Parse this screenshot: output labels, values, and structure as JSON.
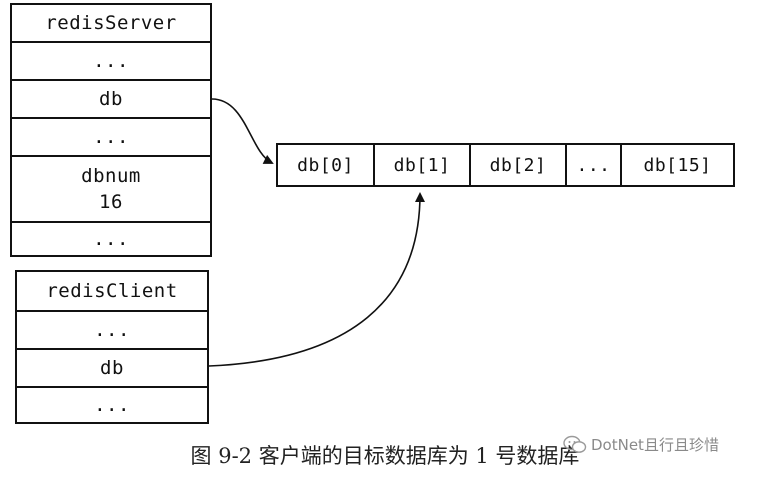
{
  "redis_server": {
    "title": "redisServer",
    "rows": [
      "...",
      "db",
      "...",
      "dbnum",
      "16",
      "..."
    ]
  },
  "redis_client": {
    "title": "redisClient",
    "rows": [
      "...",
      "db",
      "..."
    ]
  },
  "db_array": {
    "cells": [
      "db[0]",
      "db[1]",
      "db[2]",
      "...",
      "db[15]"
    ]
  },
  "caption": "图 9-2   客户端的目标数据库为 1 号数据库",
  "watermark": {
    "text": "DotNet且行且珍惜",
    "icon": "wechat-icon"
  }
}
